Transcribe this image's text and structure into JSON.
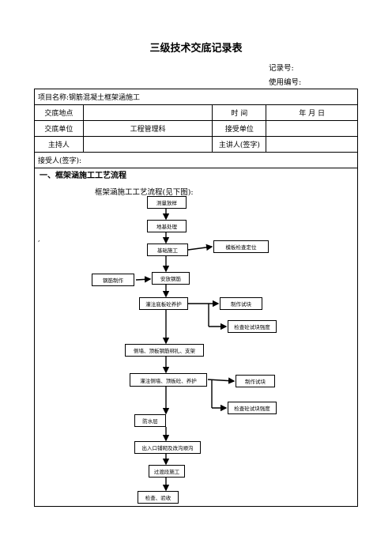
{
  "doc": {
    "title": "三级技术交底记录表",
    "record_no": "记录号:",
    "use_no": "使用编号:"
  },
  "table": {
    "project": "项目名称:钢筋混凝土框架涵施工",
    "location_label": "交底地点",
    "time_label": "时 间",
    "date_text": "年 月 日",
    "unit_label": "交底单位",
    "unit_value": "工程管理科",
    "recv_unit_label": "接受单位",
    "host_label": "主持人",
    "speaker_label": "主讲人(签字)",
    "receiver_label": "接受人(签字):"
  },
  "section": {
    "title": "一、框架涵施工工艺流程",
    "subtitle": "框架涵施工工艺流程(见下图):",
    "mark": ","
  },
  "flow": {
    "survey": "测量放样",
    "foundation": "地基处理",
    "base": "基础施工",
    "formwork_check": "模板检查定位",
    "rebar_make": "钢筋制作",
    "rebar_install": "安放钢筋",
    "pour_base": "灌注底板砼养护",
    "make_block1": "制作试块",
    "check_block1": "检查砼试块强度",
    "walls": "侧墙、顶板钢筋绑扎、支架",
    "pour_walls": "灌注侧墙、顶板砼、养护",
    "make_block2": "制作试块",
    "check_block2": "检查砼试块强度",
    "waterproof": "防水层",
    "entrance": "出入口铺砌及改沟顺沟",
    "transition": "过渡段施工",
    "acceptance": "检查、验收"
  }
}
